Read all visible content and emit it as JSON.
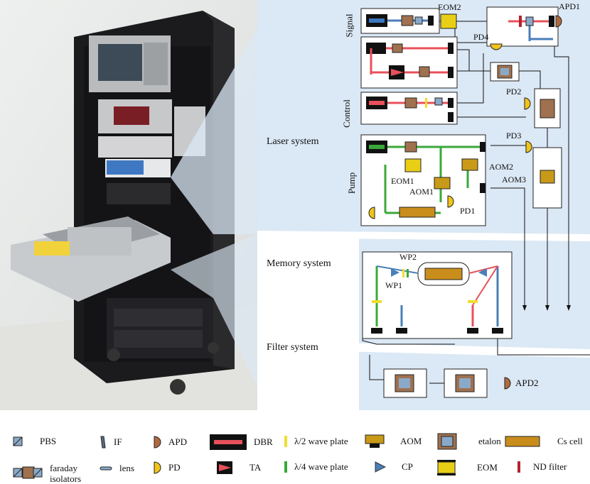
{
  "figure": {
    "system_labels": {
      "laser": "Laser system",
      "memory": "Memory system",
      "filter": "Filter system"
    },
    "module_labels": {
      "signal": "Signal",
      "control": "Control",
      "pump": "Pump"
    },
    "component_labels": {
      "eom2": "EOM2",
      "apd1": "APD1",
      "pd4": "PD4",
      "pd2": "PD2",
      "pd3": "PD3",
      "aom2": "AOM2",
      "aom3": "AOM3",
      "eom1": "EOM1",
      "aom1": "AOM1",
      "pd1": "PD1",
      "wp2": "WP2",
      "wp1": "WP1",
      "apd2": "APD2"
    },
    "colors": {
      "background_panel": "#dbe8f5",
      "red_beam": "#e8505b",
      "green_beam": "#3aa83a",
      "blue_beam": "#4a7fb8",
      "etalon": "#a0714f",
      "cs_cell": "#c98d1c",
      "aom": "#c99a18",
      "eom": "#e8cf16",
      "pd": "#f0c419",
      "apd": "#b06a40"
    }
  },
  "legend": [
    {
      "icon": "pbs-icon",
      "label": "PBS"
    },
    {
      "icon": "if-icon",
      "label": "IF"
    },
    {
      "icon": "apd-icon",
      "label": "APD"
    },
    {
      "icon": "dbr-icon",
      "label": "DBR"
    },
    {
      "icon": "half-wave-plate-icon",
      "label": "λ/2 wave plate"
    },
    {
      "icon": "aom-icon",
      "label": "AOM"
    },
    {
      "icon": "etalon-icon",
      "label": "etalon"
    },
    {
      "icon": "cs-cell-icon",
      "label": "Cs cell"
    },
    {
      "icon": "faraday-isolator-icon",
      "label": "faraday isolators"
    },
    {
      "icon": "lens-icon",
      "label": "lens"
    },
    {
      "icon": "pd-icon",
      "label": "PD"
    },
    {
      "icon": "ta-icon",
      "label": "TA"
    },
    {
      "icon": "quarter-wave-plate-icon",
      "label": "λ/4 wave plate"
    },
    {
      "icon": "cp-icon",
      "label": "CP"
    },
    {
      "icon": "eom-icon",
      "label": "EOM"
    },
    {
      "icon": "nd-filter-icon",
      "label": "ND filter"
    }
  ]
}
